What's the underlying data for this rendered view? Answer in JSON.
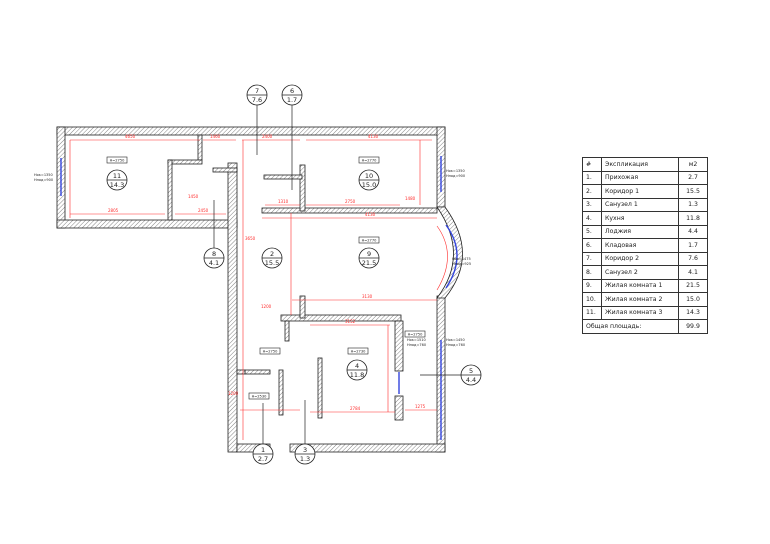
{
  "explication_table": {
    "headers": {
      "num": "#",
      "name": "Экспликация",
      "area": "м2"
    },
    "rows": [
      {
        "num": "1.",
        "name": "Прихожая",
        "area": "2.7"
      },
      {
        "num": "2.",
        "name": "Коридор 1",
        "area": "15.5"
      },
      {
        "num": "3.",
        "name": "Санузел 1",
        "area": "1.3"
      },
      {
        "num": "4.",
        "name": "Кухня",
        "area": "11.8"
      },
      {
        "num": "5.",
        "name": "Лоджия",
        "area": "4.4"
      },
      {
        "num": "6.",
        "name": "Кладовая",
        "area": "1.7"
      },
      {
        "num": "7.",
        "name": "Коридор 2",
        "area": "7.6"
      },
      {
        "num": "8.",
        "name": "Санузел 2",
        "area": "4.1"
      },
      {
        "num": "9.",
        "name": "Жилая комната 1",
        "area": "21.5"
      },
      {
        "num": "10.",
        "name": "Жилая комната 2",
        "area": "15.0"
      },
      {
        "num": "11.",
        "name": "Жилая комната 3",
        "area": "14.3"
      }
    ],
    "total_label": "Общая площадь:",
    "total_value": "99.9"
  },
  "room_markers": [
    {
      "num": "7",
      "area": "7.6"
    },
    {
      "num": "6",
      "area": "1.7"
    },
    {
      "num": "11",
      "area": "14.3"
    },
    {
      "num": "10",
      "area": "15.0"
    },
    {
      "num": "8",
      "area": "4.1"
    },
    {
      "num": "2",
      "area": "15.5"
    },
    {
      "num": "9",
      "area": "21.5"
    },
    {
      "num": "4",
      "area": "11.8"
    },
    {
      "num": "5",
      "area": "4.4"
    },
    {
      "num": "1",
      "area": "2.7"
    },
    {
      "num": "3",
      "area": "1.3"
    }
  ],
  "height_tags": [
    "Н=2750",
    "Н=2770",
    "Н=2770",
    "Н=2750",
    "Н=2730",
    "Н=2530",
    "Н=2750"
  ],
  "window_notes": [
    {
      "l1": "Нок=1350",
      "l2": "Нпод=900"
    },
    {
      "l1": "Нок=1350",
      "l2": "Нпод=900"
    },
    {
      "l1": "Нок=1475",
      "l2": "Нпод=925"
    },
    {
      "l1": "Нок=1510",
      "l2": "Нпод=760"
    },
    {
      "l1": "Нок=1450",
      "l2": "Нпод=760"
    }
  ],
  "dimensions": [
    "4650",
    "1460",
    "2400",
    "4130",
    "2805",
    "2450",
    "1310",
    "1200",
    "2750",
    "4130",
    "3130",
    "1200",
    "3152",
    "2784",
    "1275",
    "3650",
    "1480",
    "1450"
  ],
  "colors": {
    "dimension": "#ff2a2a",
    "window": "#3344dd",
    "wall": "#222222"
  }
}
